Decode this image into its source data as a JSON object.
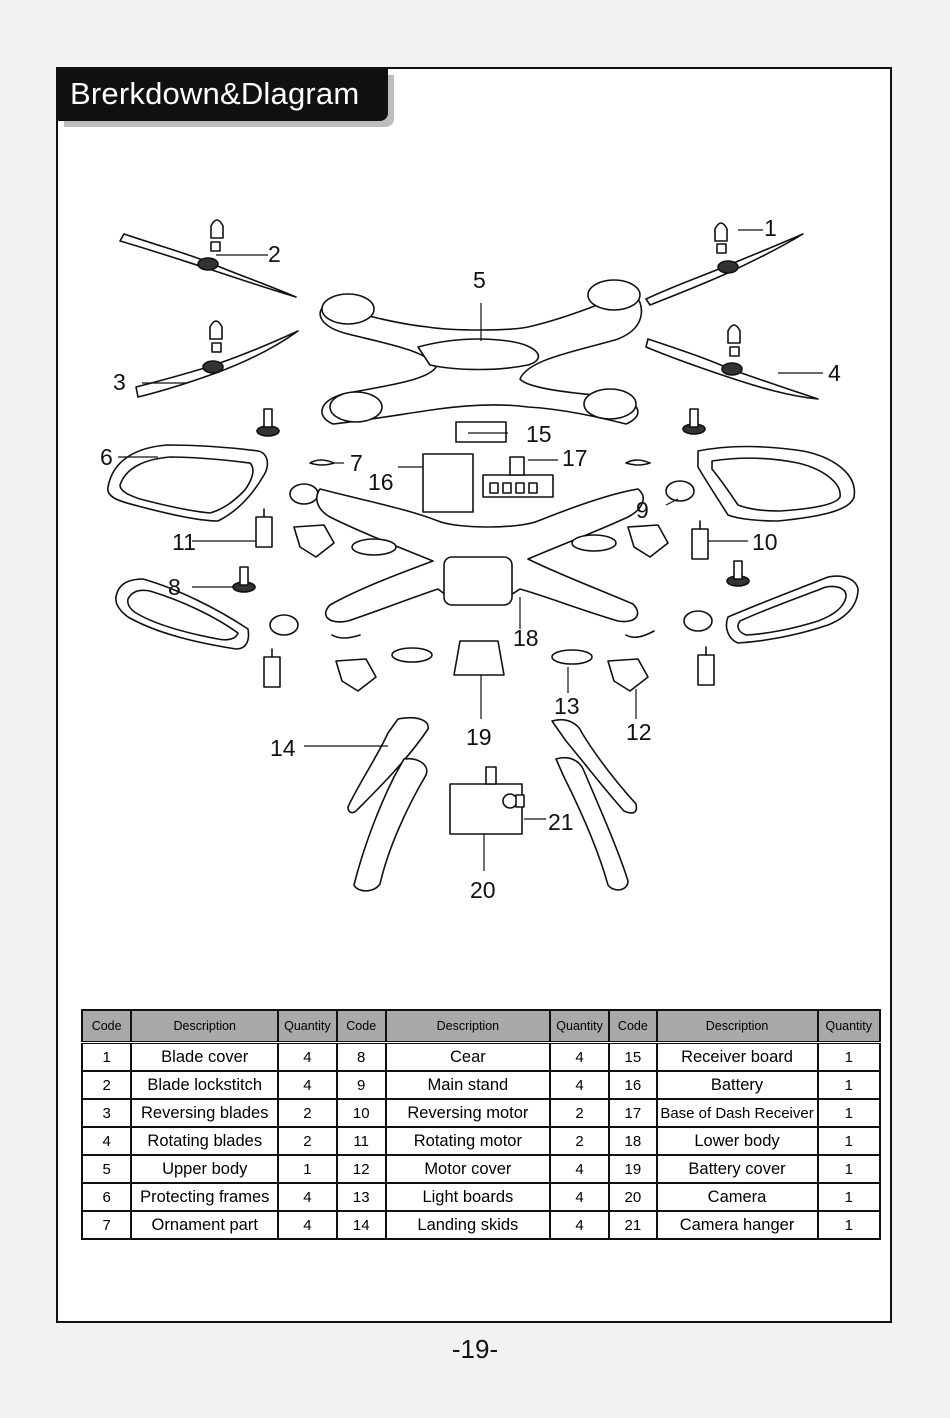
{
  "header": {
    "title": "Brerkdown&Dlagram"
  },
  "callouts": {
    "c1": "1",
    "c2": "2",
    "c3": "3",
    "c4": "4",
    "c5": "5",
    "c6": "6",
    "c7": "7",
    "c8": "8",
    "c9": "9",
    "c10": "10",
    "c11": "11",
    "c12": "12",
    "c13": "13",
    "c14": "14",
    "c15": "15",
    "c16": "16",
    "c17": "17",
    "c18": "18",
    "c19": "19",
    "c20": "20",
    "c21": "21"
  },
  "table": {
    "headers": [
      "Code",
      "Description",
      "Quantity",
      "Code",
      "Description",
      "Quantity",
      "Code",
      "Description",
      "Quantity"
    ],
    "rows": [
      [
        "1",
        "Blade cover",
        "4",
        "8",
        "Cear",
        "4",
        "15",
        "Receiver board",
        "1"
      ],
      [
        "2",
        "Blade lockstitch",
        "4",
        "9",
        "Main stand",
        "4",
        "16",
        "Battery",
        "1"
      ],
      [
        "3",
        "Reversing blades",
        "2",
        "10",
        "Reversing motor",
        "2",
        "17",
        "Base of Dash Receiver",
        "1"
      ],
      [
        "4",
        "Rotating blades",
        "2",
        "11",
        "Rotating motor",
        "2",
        "18",
        "Lower body",
        "1"
      ],
      [
        "5",
        "Upper body",
        "1",
        "12",
        "Motor cover",
        "4",
        "19",
        "Battery cover",
        "1"
      ],
      [
        "6",
        "Protecting frames",
        "4",
        "13",
        "Light boards",
        "4",
        "20",
        "Camera",
        "1"
      ],
      [
        "7",
        "Ornament part",
        "4",
        "14",
        "Landing skids",
        "4",
        "21",
        "Camera hanger",
        "1"
      ]
    ]
  },
  "footer": {
    "page_number": "-19-"
  }
}
